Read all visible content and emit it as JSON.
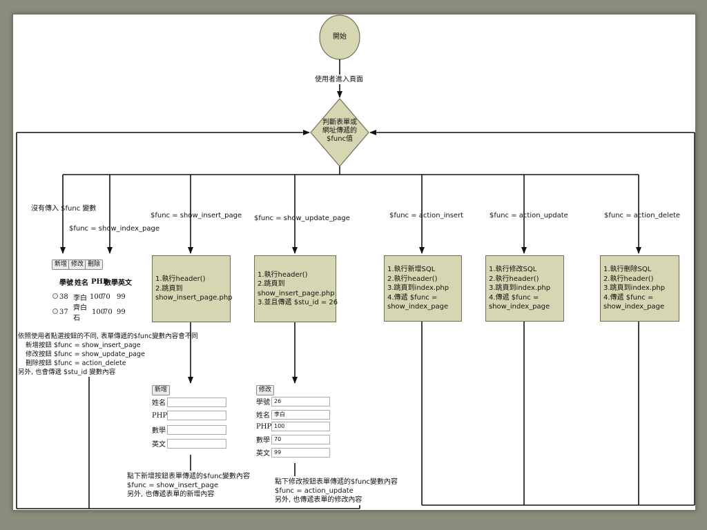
{
  "start": {
    "label": "開始"
  },
  "enter_label": "使用者進入頁面",
  "decision": {
    "lines": [
      "判斷表單或",
      "網址傳遞的",
      "$func值"
    ]
  },
  "branches": {
    "no_func": "沒有傳入 $func 變數",
    "show_index": "$func = show_index_page",
    "show_insert": "$func = show_insert_page",
    "show_update": "$func = show_update_page",
    "action_insert": "$func = action_insert",
    "action_update": "$func = action_update",
    "action_delete": "$func = action_delete"
  },
  "boxes": {
    "show_insert": [
      "1.執行header()",
      "2.跳頁到",
      "show_insert_page.php"
    ],
    "show_update": [
      "1.執行header()",
      "2.跳頁到",
      "show_insert_page.php",
      "3.並且傳遞 $stu_id = 26"
    ],
    "action_insert": [
      "1.執行新增SQL",
      "2.執行header()",
      "3.跳頁到index.php",
      "4.傳遞 $func =",
      "show_index_page"
    ],
    "action_update": [
      "1.執行修改SQL",
      "2.執行header()",
      "3.跳頁到index.php",
      "4.傳遞 $func =",
      "show_index_page"
    ],
    "action_delete": [
      "1.執行刪除SQL",
      "2.執行header()",
      "3.跳頁到index.php",
      "4.傳遞 $func =",
      "show_index_page"
    ]
  },
  "index_mock": {
    "buttons": [
      "新增",
      "修改",
      "刪除"
    ],
    "headers": [
      "學號",
      "姓名",
      "PHP",
      "數學",
      "英文"
    ],
    "rows": [
      [
        "38",
        "李白",
        "100",
        "70",
        "99"
      ],
      [
        "37",
        "齊白石",
        "100",
        "70",
        "99"
      ]
    ]
  },
  "index_note": [
    "依照使用者點選按鈕的不同, 表單傳遞的$func變數內容會不同",
    "新增按鈕 $func = show_insert_page",
    "修改按鈕 $func = show_update_page",
    "刪除按鈕 $func = action_delete",
    "另外, 也會傳遞 $stu_id 變數內容"
  ],
  "insert_form": {
    "button": "新增",
    "fields": [
      {
        "label": "姓名",
        "value": ""
      },
      {
        "label": "PHP",
        "value": ""
      },
      {
        "label": "數學",
        "value": ""
      },
      {
        "label": "英文",
        "value": ""
      }
    ]
  },
  "insert_note": [
    "點下新增按鈕表單傳遞的$func變數內容",
    "$func = show_insert_page",
    "另外, 也傳遞表單的新增內容"
  ],
  "update_form": {
    "button": "修改",
    "fields": [
      {
        "label": "學號",
        "value": "26"
      },
      {
        "label": "姓名",
        "value": "李白"
      },
      {
        "label": "PHP",
        "value": "100"
      },
      {
        "label": "數學",
        "value": "70"
      },
      {
        "label": "英文",
        "value": "99"
      }
    ]
  },
  "update_note": [
    "點下修改按鈕表單傳遞的$func變數內容",
    "$func = action_update",
    "另外, 也傳遞表單的修改內容"
  ]
}
